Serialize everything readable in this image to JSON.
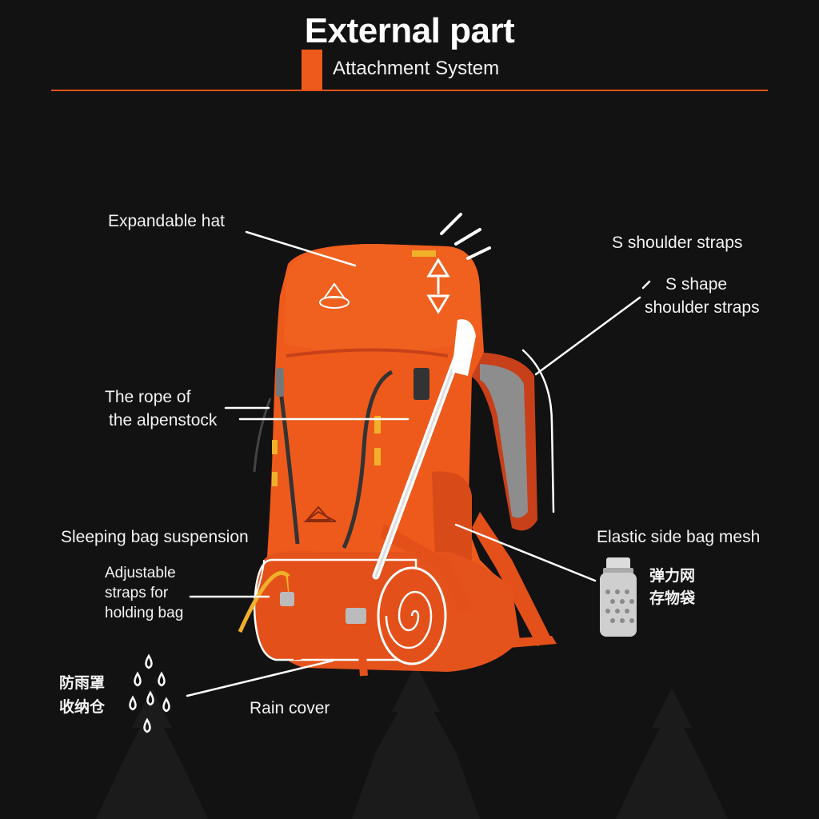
{
  "header": {
    "title": "External part",
    "subtitle": "Attachment System"
  },
  "callouts": {
    "expandable_hat": "Expandable hat",
    "s_shoulder_straps": "S shoulder straps",
    "s_shape_line1": "S shape",
    "s_shape_line2": "shoulder straps",
    "rope_line1": "The rope of",
    "rope_line2": "the alpenstock",
    "sleeping_bag": "Sleeping bag suspension",
    "adjustable_line1": "Adjustable",
    "adjustable_line2": "straps for",
    "adjustable_line3": "holding bag",
    "elastic_mesh": "Elastic side bag mesh",
    "elastic_cn_line1": "弹力网",
    "elastic_cn_line2": "存物袋",
    "rain_cn_line1": "防雨罩",
    "rain_cn_line2": "收纳仓",
    "rain_cover": "Rain cover"
  },
  "product": {
    "backpack_color": "#ee5a1b",
    "backpack_dark": "#c7401a",
    "mesh_color": "#8d8d8d",
    "accent_yellow": "#f0b02a",
    "icons": [
      "backpack",
      "trekking-pole",
      "sleeping-pad-roll",
      "water-bottle-icon",
      "rain-drops-icon",
      "expand-arrow-icon",
      "pine-tree-silhouette"
    ]
  },
  "theme": {
    "background": "#121212",
    "accent": "#ee5a1b",
    "text": "#f3f3f3"
  }
}
